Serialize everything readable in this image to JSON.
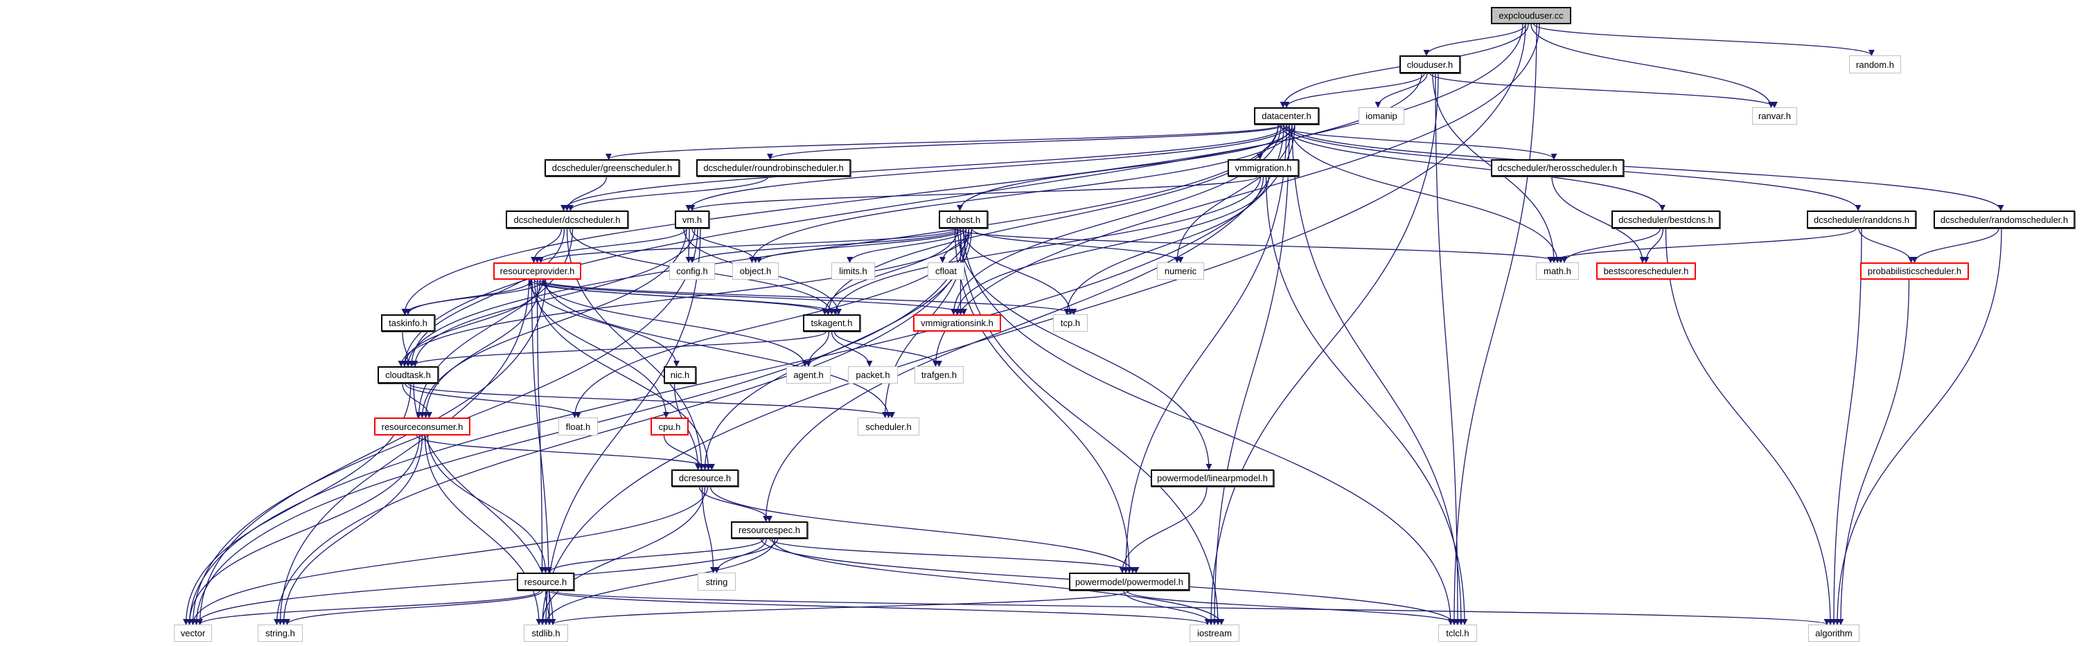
{
  "colors": {
    "edge": "#191970",
    "documented_border": "#000000",
    "external_border": "#bfbfbf",
    "truncated_border": "#ff0000",
    "root_fill": "#bfbfbf"
  },
  "nodes": [
    {
      "label": "expclouduser.cc",
      "kind": "root"
    },
    {
      "label": "clouduser.h",
      "kind": "doc"
    },
    {
      "label": "random.h",
      "kind": "ext"
    },
    {
      "label": "datacenter.h",
      "kind": "doc"
    },
    {
      "label": "iomanip",
      "kind": "ext"
    },
    {
      "label": "ranvar.h",
      "kind": "ext"
    },
    {
      "label": "dcscheduler/greenscheduler.h",
      "kind": "doc"
    },
    {
      "label": "dcscheduler/roundrobinscheduler.h",
      "kind": "doc"
    },
    {
      "label": "vmmigration.h",
      "kind": "doc"
    },
    {
      "label": "dcscheduler/herosscheduler.h",
      "kind": "doc"
    },
    {
      "label": "dcscheduler/dcscheduler.h",
      "kind": "doc"
    },
    {
      "label": "vm.h",
      "kind": "doc"
    },
    {
      "label": "dchost.h",
      "kind": "doc"
    },
    {
      "label": "dcscheduler/bestdcns.h",
      "kind": "doc"
    },
    {
      "label": "dcscheduler/randdcns.h",
      "kind": "doc"
    },
    {
      "label": "dcscheduler/randomscheduler.h",
      "kind": "doc"
    },
    {
      "label": "resourceprovider.h",
      "kind": "trunc"
    },
    {
      "label": "config.h",
      "kind": "ext"
    },
    {
      "label": "object.h",
      "kind": "ext"
    },
    {
      "label": "limits.h",
      "kind": "ext"
    },
    {
      "label": "cfloat",
      "kind": "ext"
    },
    {
      "label": "numeric",
      "kind": "ext"
    },
    {
      "label": "math.h",
      "kind": "ext"
    },
    {
      "label": "bestscorescheduler.h",
      "kind": "trunc"
    },
    {
      "label": "probabilisticscheduler.h",
      "kind": "trunc"
    },
    {
      "label": "taskinfo.h",
      "kind": "doc"
    },
    {
      "label": "tskagent.h",
      "kind": "doc"
    },
    {
      "label": "vmmigrationsink.h",
      "kind": "trunc"
    },
    {
      "label": "tcp.h",
      "kind": "ext"
    },
    {
      "label": "cloudtask.h",
      "kind": "doc"
    },
    {
      "label": "nic.h",
      "kind": "doc"
    },
    {
      "label": "agent.h",
      "kind": "ext"
    },
    {
      "label": "packet.h",
      "kind": "ext"
    },
    {
      "label": "trafgen.h",
      "kind": "ext"
    },
    {
      "label": "resourceconsumer.h",
      "kind": "trunc"
    },
    {
      "label": "float.h",
      "kind": "ext"
    },
    {
      "label": "cpu.h",
      "kind": "trunc"
    },
    {
      "label": "scheduler.h",
      "kind": "ext"
    },
    {
      "label": "dcresource.h",
      "kind": "doc"
    },
    {
      "label": "powermodel/linearpmodel.h",
      "kind": "doc"
    },
    {
      "label": "resourcespec.h",
      "kind": "doc"
    },
    {
      "label": "resource.h",
      "kind": "doc"
    },
    {
      "label": "string",
      "kind": "ext"
    },
    {
      "label": "powermodel/powermodel.h",
      "kind": "doc"
    },
    {
      "label": "vector",
      "kind": "ext"
    },
    {
      "label": "string.h",
      "kind": "ext"
    },
    {
      "label": "stdlib.h",
      "kind": "ext"
    },
    {
      "label": "iostream",
      "kind": "ext"
    },
    {
      "label": "tclcl.h",
      "kind": "ext"
    },
    {
      "label": "algorithm",
      "kind": "ext"
    }
  ],
  "edges": [
    [
      "expclouduser.cc",
      "clouduser.h"
    ],
    [
      "expclouduser.cc",
      "datacenter.h"
    ],
    [
      "expclouduser.cc",
      "ranvar.h"
    ],
    [
      "expclouduser.cc",
      "random.h"
    ],
    [
      "expclouduser.cc",
      "tclcl.h"
    ],
    [
      "expclouduser.cc",
      "trafgen.h"
    ],
    [
      "expclouduser.cc",
      "cloudtask.h"
    ],
    [
      "expclouduser.cc",
      "stdlib.h"
    ],
    [
      "clouduser.h",
      "datacenter.h"
    ],
    [
      "clouduser.h",
      "iomanip"
    ],
    [
      "clouduser.h",
      "ranvar.h"
    ],
    [
      "clouduser.h",
      "math.h"
    ],
    [
      "clouduser.h",
      "tclcl.h"
    ],
    [
      "clouduser.h",
      "iostream"
    ],
    [
      "clouduser.h",
      "taskinfo.h"
    ],
    [
      "datacenter.h",
      "dcscheduler/greenscheduler.h"
    ],
    [
      "datacenter.h",
      "dcscheduler/roundrobinscheduler.h"
    ],
    [
      "datacenter.h",
      "dcscheduler/dcscheduler.h"
    ],
    [
      "datacenter.h",
      "vm.h"
    ],
    [
      "datacenter.h",
      "vmmigration.h"
    ],
    [
      "datacenter.h",
      "dchost.h"
    ],
    [
      "datacenter.h",
      "dcscheduler/herosscheduler.h"
    ],
    [
      "datacenter.h",
      "dcscheduler/bestdcns.h"
    ],
    [
      "datacenter.h",
      "dcscheduler/randdcns.h"
    ],
    [
      "datacenter.h",
      "dcscheduler/randomscheduler.h"
    ],
    [
      "datacenter.h",
      "math.h"
    ],
    [
      "datacenter.h",
      "numeric"
    ],
    [
      "datacenter.h",
      "object.h"
    ],
    [
      "datacenter.h",
      "tskagent.h"
    ],
    [
      "datacenter.h",
      "vmmigrationsink.h"
    ],
    [
      "datacenter.h",
      "resourcespec.h"
    ],
    [
      "datacenter.h",
      "powermodel/powermodel.h"
    ],
    [
      "datacenter.h",
      "iostream"
    ],
    [
      "datacenter.h",
      "tclcl.h"
    ],
    [
      "datacenter.h",
      "vector"
    ],
    [
      "datacenter.h",
      "cloudtask.h"
    ],
    [
      "dcscheduler/greenscheduler.h",
      "dcscheduler/dcscheduler.h"
    ],
    [
      "dcscheduler/roundrobinscheduler.h",
      "dcscheduler/dcscheduler.h"
    ],
    [
      "dcscheduler/dcscheduler.h",
      "resourceprovider.h"
    ],
    [
      "dcscheduler/dcscheduler.h",
      "cloudtask.h"
    ],
    [
      "dcscheduler/dcscheduler.h",
      "dcresource.h"
    ],
    [
      "dcscheduler/dcscheduler.h",
      "tskagent.h"
    ],
    [
      "dcscheduler/dcscheduler.h",
      "resourceconsumer.h"
    ],
    [
      "vmmigration.h",
      "vm.h"
    ],
    [
      "vmmigration.h",
      "tskagent.h"
    ],
    [
      "vmmigration.h",
      "tcp.h"
    ],
    [
      "vmmigration.h",
      "tclcl.h"
    ],
    [
      "vmmigration.h",
      "vmmigrationsink.h"
    ],
    [
      "vm.h",
      "resourceprovider.h"
    ],
    [
      "vm.h",
      "config.h"
    ],
    [
      "vm.h",
      "object.h"
    ],
    [
      "vm.h",
      "cloudtask.h"
    ],
    [
      "vm.h",
      "vector"
    ],
    [
      "vm.h",
      "stdlib.h"
    ],
    [
      "vm.h",
      "tskagent.h"
    ],
    [
      "vm.h",
      "resourceconsumer.h"
    ],
    [
      "dchost.h",
      "resourceprovider.h"
    ],
    [
      "dchost.h",
      "config.h"
    ],
    [
      "dchost.h",
      "object.h"
    ],
    [
      "dchost.h",
      "limits.h"
    ],
    [
      "dchost.h",
      "cfloat"
    ],
    [
      "dchost.h",
      "numeric"
    ],
    [
      "dchost.h",
      "math.h"
    ],
    [
      "dchost.h",
      "tskagent.h"
    ],
    [
      "dchost.h",
      "vmmigrationsink.h"
    ],
    [
      "dchost.h",
      "tcp.h"
    ],
    [
      "dchost.h",
      "scheduler.h"
    ],
    [
      "dchost.h",
      "float.h"
    ],
    [
      "dchost.h",
      "dcresource.h"
    ],
    [
      "dchost.h",
      "powermodel/powermodel.h"
    ],
    [
      "dchost.h",
      "powermodel/linearpmodel.h"
    ],
    [
      "dchost.h",
      "iostream"
    ],
    [
      "dchost.h",
      "tclcl.h"
    ],
    [
      "dchost.h",
      "vector"
    ],
    [
      "dchost.h",
      "string.h"
    ],
    [
      "dchost.h",
      "cloudtask.h"
    ],
    [
      "dcscheduler/herosscheduler.h",
      "bestscorescheduler.h"
    ],
    [
      "dcscheduler/bestdcns.h",
      "math.h"
    ],
    [
      "dcscheduler/bestdcns.h",
      "bestscorescheduler.h"
    ],
    [
      "dcscheduler/bestdcns.h",
      "algorithm"
    ],
    [
      "dcscheduler/randdcns.h",
      "math.h"
    ],
    [
      "dcscheduler/randdcns.h",
      "probabilisticscheduler.h"
    ],
    [
      "dcscheduler/randdcns.h",
      "algorithm"
    ],
    [
      "dcscheduler/randomscheduler.h",
      "probabilisticscheduler.h"
    ],
    [
      "dcscheduler/randomscheduler.h",
      "algorithm"
    ],
    [
      "probabilisticscheduler.h",
      "algorithm"
    ],
    [
      "resourceprovider.h",
      "taskinfo.h"
    ],
    [
      "resourceprovider.h",
      "tskagent.h"
    ],
    [
      "resourceprovider.h",
      "vmmigrationsink.h"
    ],
    [
      "resourceprovider.h",
      "tcp.h"
    ],
    [
      "resourceprovider.h",
      "agent.h"
    ],
    [
      "resourceprovider.h",
      "scheduler.h"
    ],
    [
      "resourceprovider.h",
      "nic.h"
    ],
    [
      "resourceprovider.h",
      "cpu.h"
    ],
    [
      "resourceprovider.h",
      "dcresource.h"
    ],
    [
      "resourceprovider.h",
      "resource.h"
    ],
    [
      "resourceprovider.h",
      "resourceconsumer.h"
    ],
    [
      "resourceprovider.h",
      "cloudtask.h"
    ],
    [
      "resourceprovider.h",
      "vector"
    ],
    [
      "resourceprovider.h",
      "string.h"
    ],
    [
      "resourceprovider.h",
      "stdlib.h"
    ],
    [
      "taskinfo.h",
      "cloudtask.h"
    ],
    [
      "taskinfo.h",
      "resourceprovider.h"
    ],
    [
      "tskagent.h",
      "cloudtask.h"
    ],
    [
      "tskagent.h",
      "agent.h"
    ],
    [
      "tskagent.h",
      "packet.h"
    ],
    [
      "tskagent.h",
      "trafgen.h"
    ],
    [
      "tskagent.h",
      "resourceprovider.h"
    ],
    [
      "cloudtask.h",
      "resourceconsumer.h"
    ],
    [
      "cloudtask.h",
      "float.h"
    ],
    [
      "cloudtask.h",
      "scheduler.h"
    ],
    [
      "cloudtask.h",
      "vector"
    ],
    [
      "cloudtask.h",
      "stdlib.h"
    ],
    [
      "resourceconsumer.h",
      "dcresource.h"
    ],
    [
      "resourceconsumer.h",
      "vector"
    ],
    [
      "resourceconsumer.h",
      "string.h"
    ],
    [
      "resourceconsumer.h",
      "stdlib.h"
    ],
    [
      "resourceconsumer.h",
      "resource.h"
    ],
    [
      "nic.h",
      "dcresource.h"
    ],
    [
      "cpu.h",
      "dcresource.h"
    ],
    [
      "dcresource.h",
      "resourcespec.h"
    ],
    [
      "dcresource.h",
      "string"
    ],
    [
      "dcresource.h",
      "stdlib.h"
    ],
    [
      "dcresource.h",
      "vector"
    ],
    [
      "dcresource.h",
      "powermodel/powermodel.h"
    ],
    [
      "resourcespec.h",
      "resource.h"
    ],
    [
      "resourcespec.h",
      "string"
    ],
    [
      "resourcespec.h",
      "powermodel/powermodel.h"
    ],
    [
      "resourcespec.h",
      "iostream"
    ],
    [
      "resourcespec.h",
      "stdlib.h"
    ],
    [
      "resourcespec.h",
      "vector"
    ],
    [
      "resourcespec.h",
      "tclcl.h"
    ],
    [
      "resource.h",
      "vector"
    ],
    [
      "resource.h",
      "string.h"
    ],
    [
      "resource.h",
      "stdlib.h"
    ],
    [
      "resource.h",
      "iostream"
    ],
    [
      "resource.h",
      "algorithm"
    ],
    [
      "powermodel/linearpmodel.h",
      "powermodel/powermodel.h"
    ],
    [
      "powermodel/powermodel.h",
      "iostream"
    ],
    [
      "powermodel/powermodel.h",
      "tclcl.h"
    ],
    [
      "powermodel/powermodel.h",
      "stdlib.h"
    ]
  ]
}
